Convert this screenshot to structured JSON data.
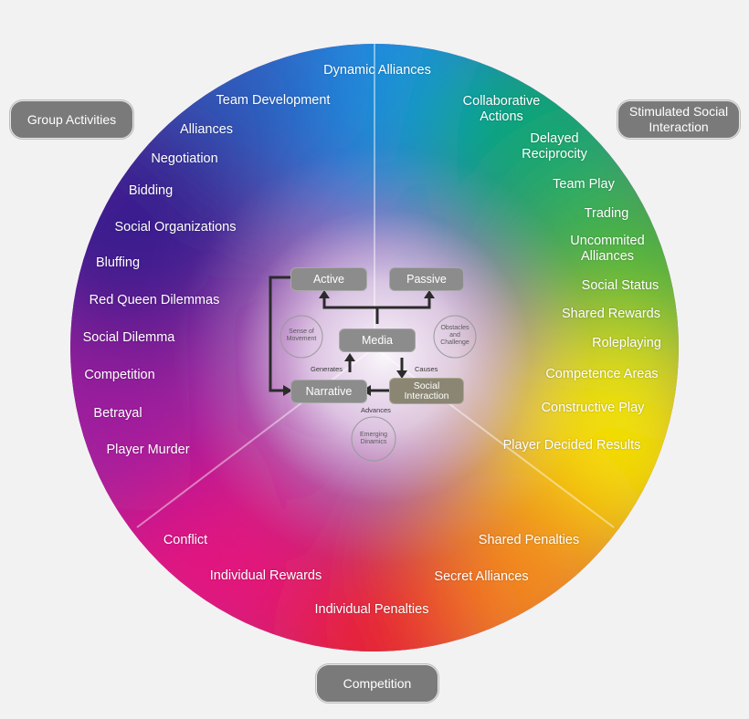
{
  "corner_labels": {
    "group_activities": "Group Activities",
    "stimulated_social_interaction": "Stimulated Social Interaction",
    "competition": "Competition"
  },
  "top_labels": [
    "Dynamic Alliances",
    "Team Development",
    "Collaborative Actions",
    "Alliances"
  ],
  "left_labels": [
    "Negotiation",
    "Bidding",
    "Social Organizations",
    "Bluffing",
    "Red Queen Dilemmas",
    "Social Dilemma",
    "Competition",
    "Betrayal",
    "Player Murder"
  ],
  "right_labels": [
    "Delayed Reciprocity",
    "Team Play",
    "Trading",
    "Uncommited Alliances",
    "Social Status",
    "Shared Rewards",
    "Roleplaying",
    "Competence Areas",
    "Constructive Play",
    "Player Decided Results"
  ],
  "bottom_labels": [
    "Conflict",
    "Shared Penalties",
    "Individual Rewards",
    "Secret Alliances",
    "Individual Penalties"
  ],
  "center": {
    "active": "Active",
    "passive": "Passive",
    "media": "Media",
    "narrative": "Narrative",
    "social_interaction": "Social Interaction",
    "sense_of_movement": "Sense of Movement",
    "obstacles_and_challenge": "Obstacles and Challenge",
    "emerging_dinamics": "Emerging Dinamics",
    "generates": "Generates",
    "causes": "Causes",
    "advances": "Advances"
  },
  "colors": {
    "blue": "#1f8fe0",
    "green": "#1fae4a",
    "yellow": "#f4e200",
    "orange": "#f08a1c",
    "red": "#e31e35",
    "magenta": "#e0188a",
    "purple": "#4a1a8c",
    "pill_gray": "#7a7a7a",
    "background": "#f2f2f2"
  }
}
